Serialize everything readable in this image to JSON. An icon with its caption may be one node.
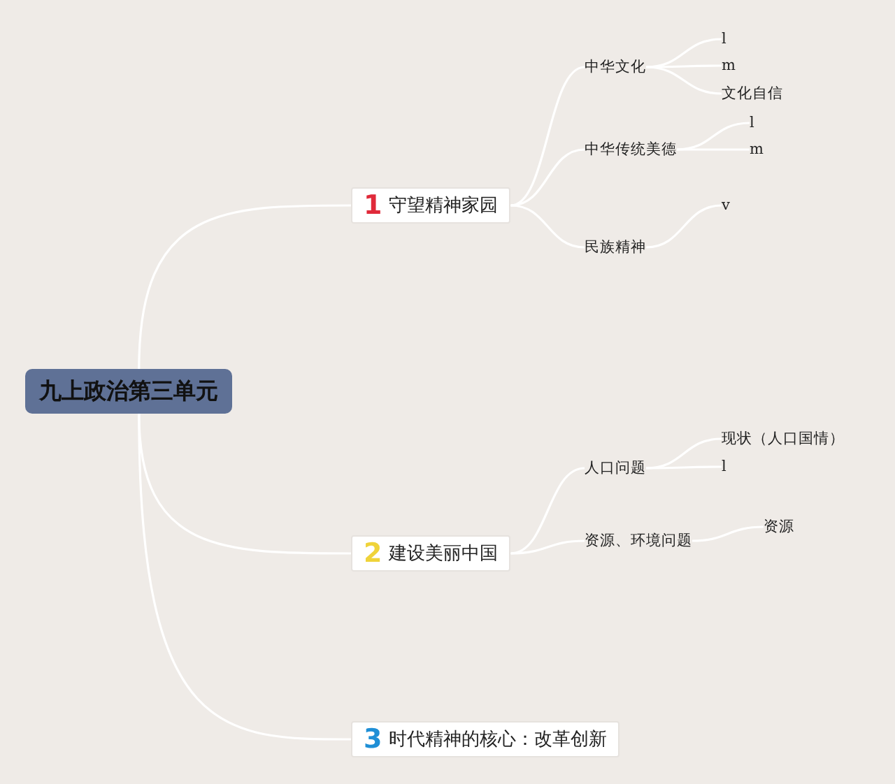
{
  "diagram": {
    "nodes": [
      {
        "text": [
          "九上政治第三单元"
        ]
      },
      {
        "text": [
          "1",
          "守望精神家园"
        ]
      },
      {
        "text": [
          "2",
          "建设美丽中国"
        ]
      },
      {
        "text": [
          "3",
          "时代精神的核心：改革创新"
        ]
      },
      {
        "text": [
          "中华文化"
        ]
      },
      {
        "text": [
          "l"
        ]
      },
      {
        "text": [
          "m"
        ]
      },
      {
        "text": [
          "文化自信"
        ]
      },
      {
        "text": [
          "中华传统美德"
        ]
      },
      {
        "text": [
          "l"
        ]
      },
      {
        "text": [
          "m"
        ]
      },
      {
        "text": [
          "民族精神"
        ]
      },
      {
        "text": [
          "v"
        ]
      },
      {
        "text": [
          "人口问题"
        ]
      },
      {
        "text": [
          "现状（人口国情）"
        ]
      },
      {
        "text": [
          "l"
        ]
      },
      {
        "text": [
          "资源、环境问题"
        ]
      },
      {
        "text": [
          "资源"
        ]
      }
    ],
    "edges": [
      {
        "from": 0,
        "to": 1,
        "arrow": "none"
      },
      {
        "from": 0,
        "to": 2,
        "arrow": "none"
      },
      {
        "from": 0,
        "to": 3,
        "arrow": "none"
      },
      {
        "from": 1,
        "to": 4,
        "arrow": "none"
      },
      {
        "from": 1,
        "to": 8,
        "arrow": "none"
      },
      {
        "from": 1,
        "to": 11,
        "arrow": "none"
      },
      {
        "from": 4,
        "to": 5,
        "arrow": "none"
      },
      {
        "from": 4,
        "to": 6,
        "arrow": "none"
      },
      {
        "from": 4,
        "to": 7,
        "arrow": "none"
      },
      {
        "from": 8,
        "to": 9,
        "arrow": "none"
      },
      {
        "from": 8,
        "to": 10,
        "arrow": "none"
      },
      {
        "from": 11,
        "to": 12,
        "arrow": "none"
      },
      {
        "from": 2,
        "to": 13,
        "arrow": "none"
      },
      {
        "from": 2,
        "to": 16,
        "arrow": "none"
      },
      {
        "from": 13,
        "to": 14,
        "arrow": "none"
      },
      {
        "from": 13,
        "to": 15,
        "arrow": "none"
      },
      {
        "from": 16,
        "to": 17,
        "arrow": "none"
      }
    ]
  }
}
